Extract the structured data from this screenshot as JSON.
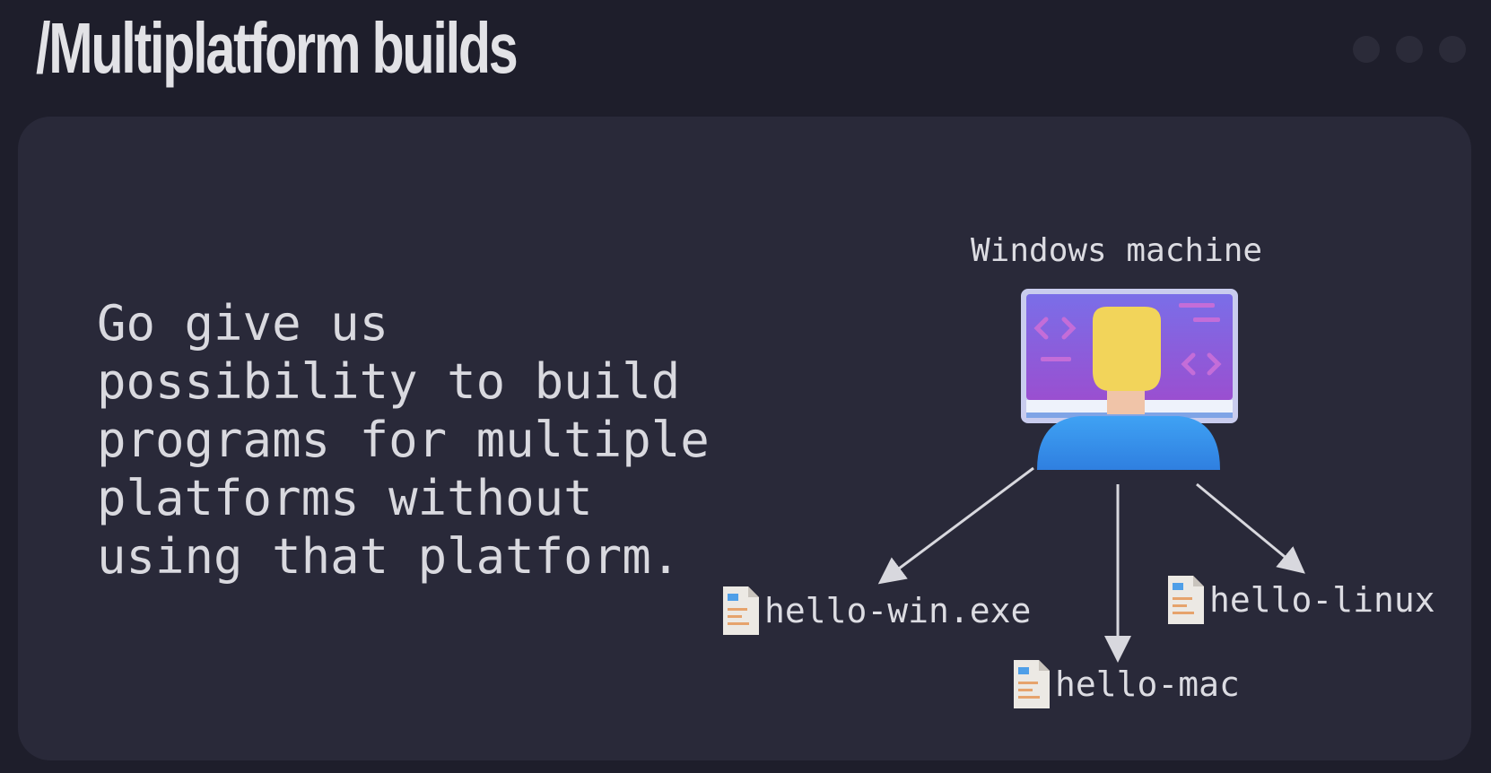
{
  "slide": {
    "title": "/Multiplatform builds",
    "body": "Go give us\npossibility to build\nprograms for multiple\nplatforms without\nusing that platform."
  },
  "diagram": {
    "machine_label": "Windows machine",
    "machine_icon": "developer-at-monitor-icon",
    "files": [
      {
        "name": "hello-win.exe",
        "icon": "file-icon"
      },
      {
        "name": "hello-mac",
        "icon": "file-icon"
      },
      {
        "name": "hello-linux",
        "icon": "file-icon"
      }
    ]
  },
  "colors": {
    "background": "#1e1e2b",
    "panel": "#292939",
    "text": "#d9d9df",
    "monitor_purple": "#8a55d8",
    "person_blue": "#3a9af0",
    "person_hair": "#f2d45a"
  }
}
